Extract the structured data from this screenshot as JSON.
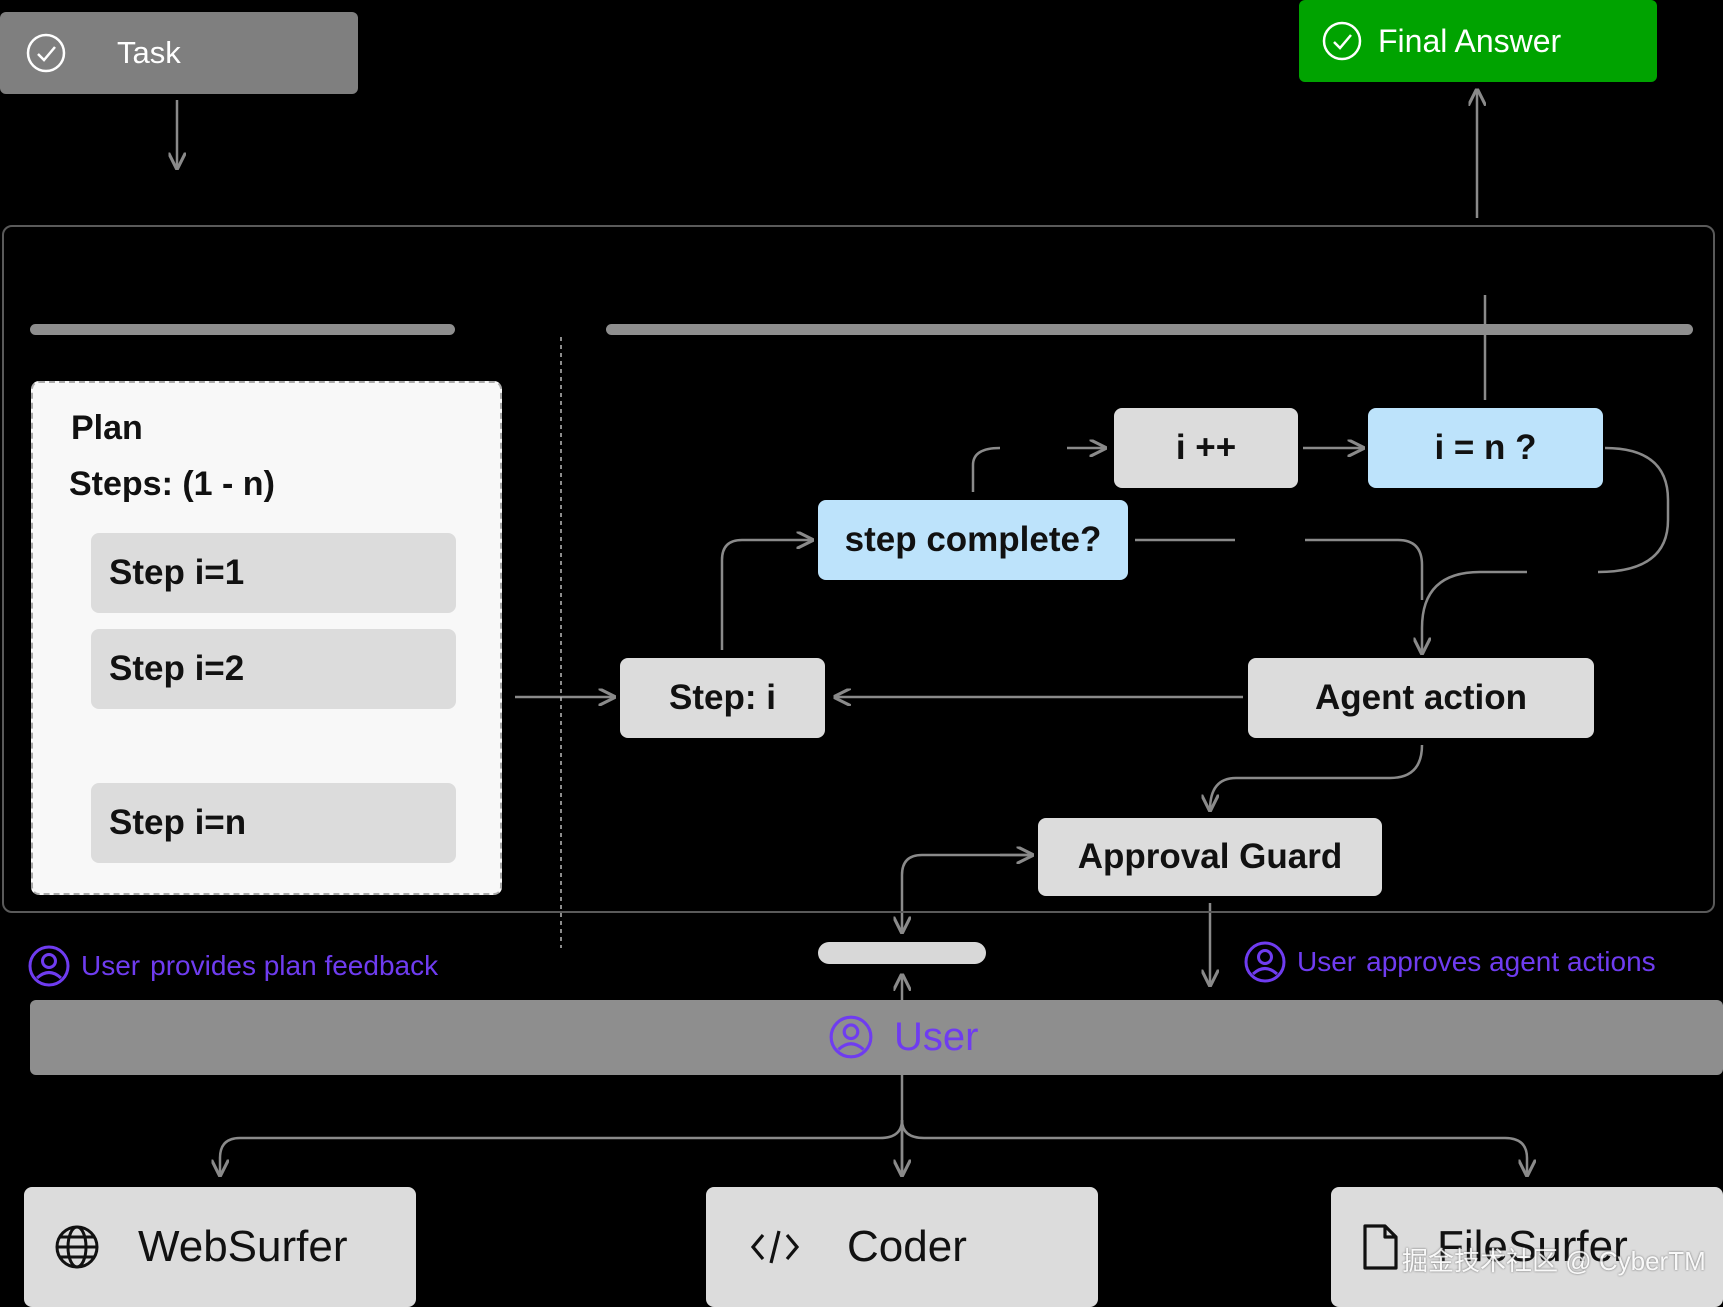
{
  "task": {
    "label": "Task"
  },
  "final_answer": {
    "label": "Final Answer"
  },
  "plan": {
    "title": "Plan",
    "steps_label": "Steps: (1 - n)",
    "steps": [
      "Step i=1",
      "Step i=2",
      "Step i=n"
    ]
  },
  "flow": {
    "step_i": "Step: i",
    "step_complete": "step complete?",
    "i_inc": "i ++",
    "i_eq_n": "i = n ?",
    "agent_action": "Agent action",
    "approval_guard": "Approval Guard"
  },
  "user": {
    "plan_feedback_user": "User",
    "plan_feedback_text": "provides plan feedback",
    "approves_user": "User",
    "approves_text": "approves agent actions",
    "bar_label": "User"
  },
  "agents": [
    {
      "name": "WebSurfer",
      "icon": "globe-icon"
    },
    {
      "name": "Coder",
      "icon": "code-icon"
    },
    {
      "name": "FileSurfer",
      "icon": "file-icon"
    }
  ],
  "watermark": "掘金技术社区 @ CyberTM",
  "colors": {
    "background": "#000000",
    "node": "#dcdcdc",
    "decision": "#bde3fb",
    "final_answer": "#00a300",
    "task": "#7f7f7f",
    "user_bar": "#8e8e8e",
    "user_accent": "#6f3cf0",
    "connector": "#8a8a8a"
  }
}
